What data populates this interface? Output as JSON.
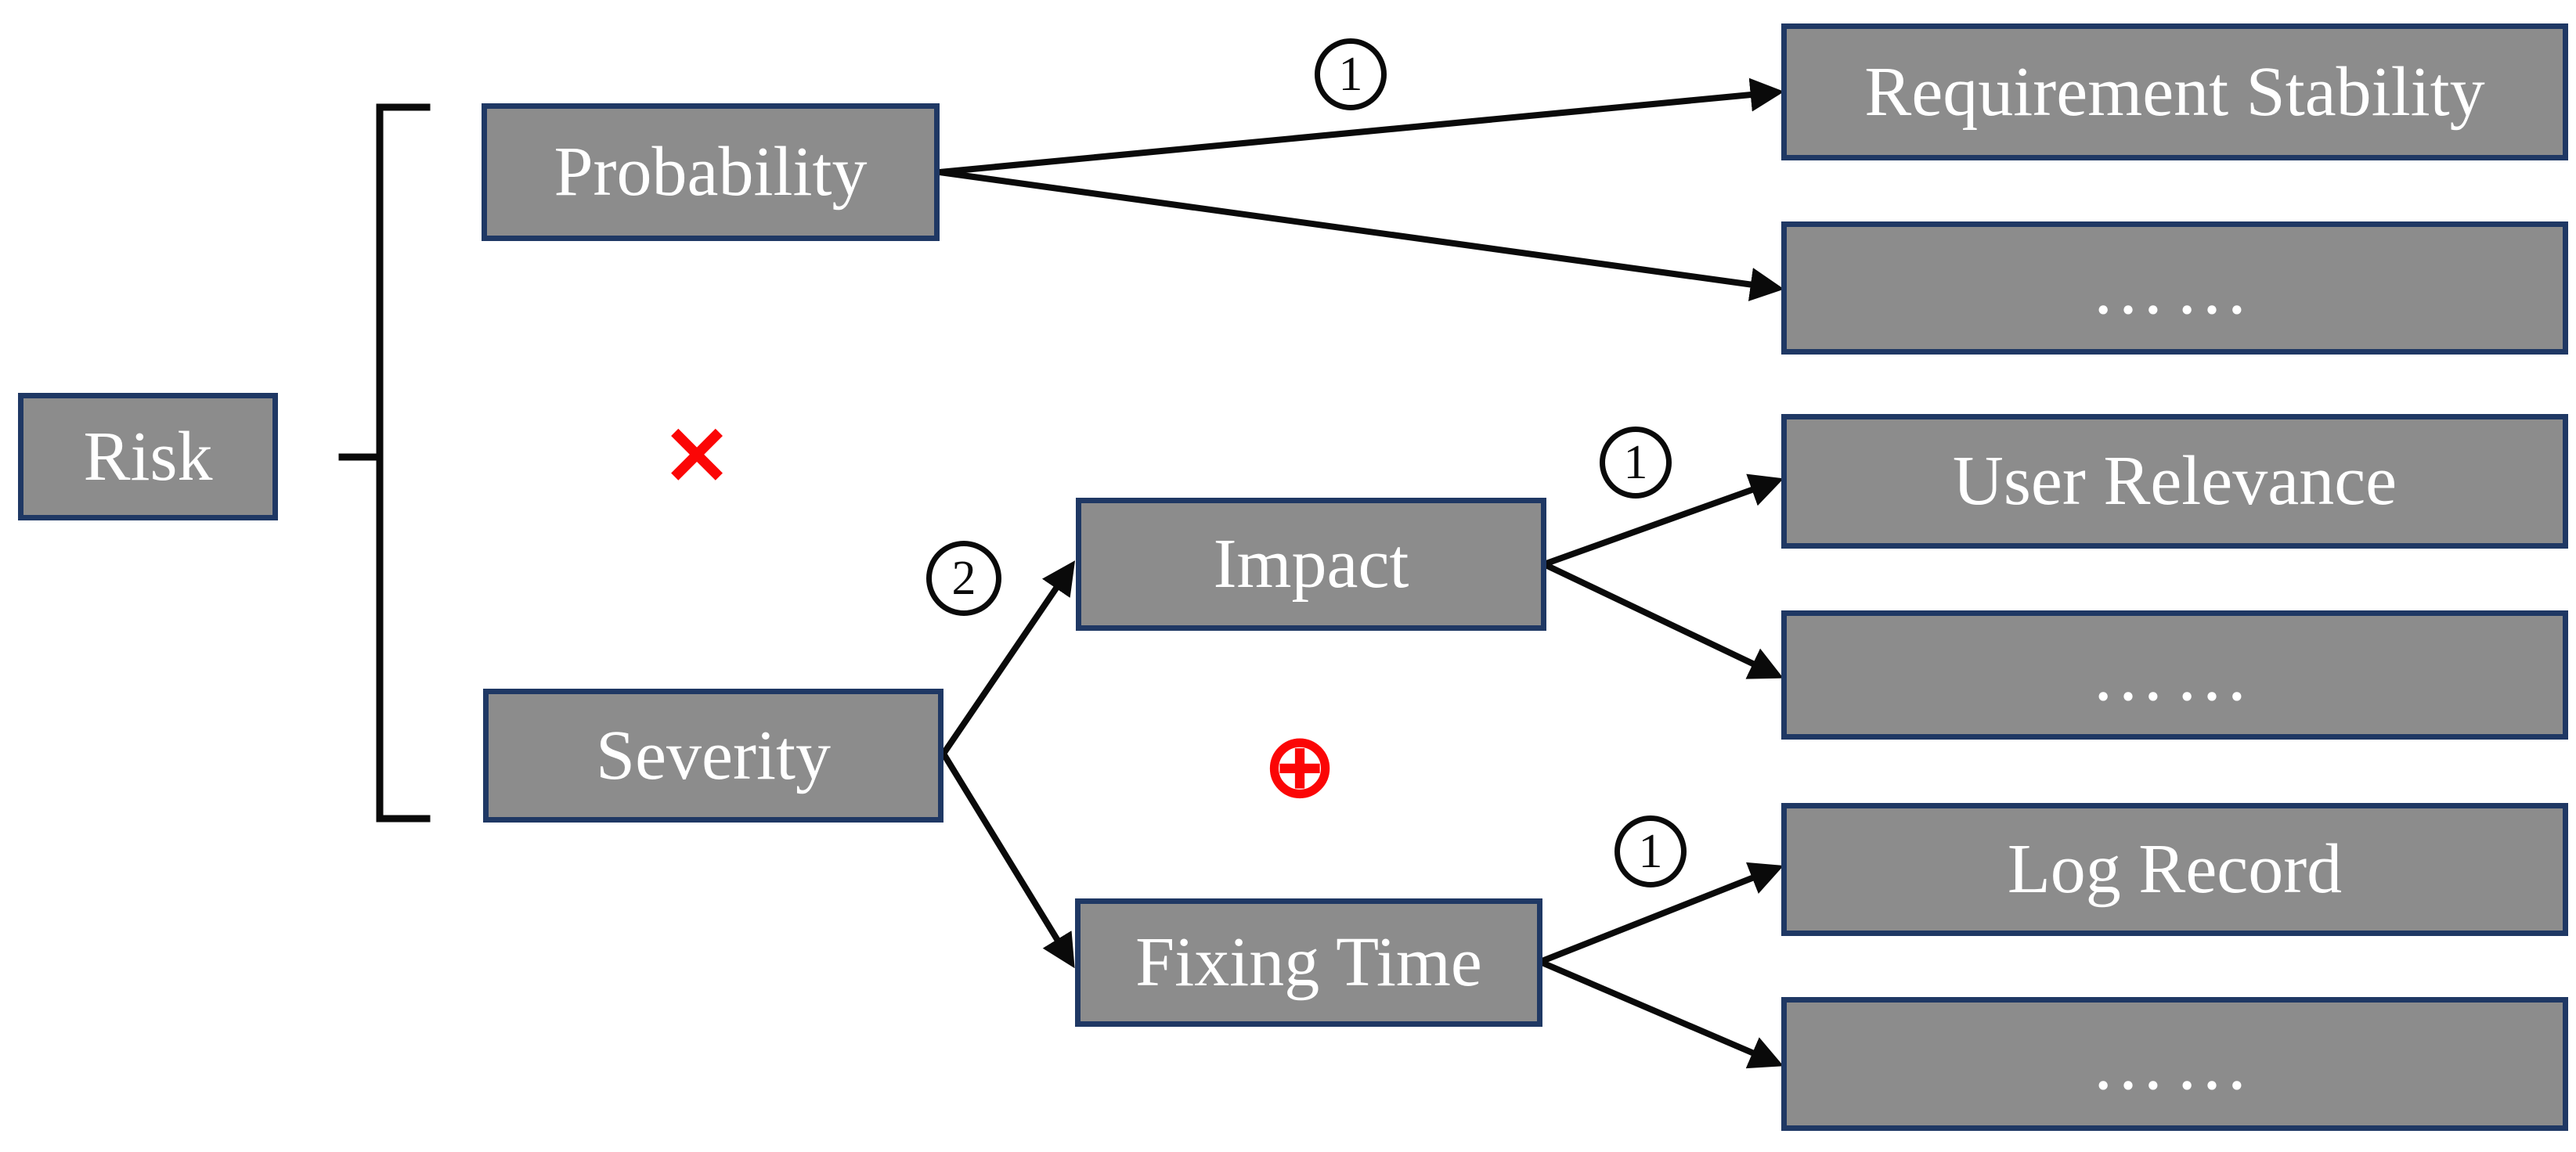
{
  "nodes": {
    "risk": "Risk",
    "probability": "Probability",
    "severity": "Severity",
    "impact": "Impact",
    "fixing_time": "Fixing Time",
    "requirement_stability": "Requirement Stability",
    "probability_more": "……",
    "user_relevance": "User Relevance",
    "impact_more": "……",
    "log_record": "Log Record",
    "fixing_time_more": "……"
  },
  "weights": {
    "probability_to_leaves": "1",
    "severity_to_children": "2",
    "impact_to_leaves": "1",
    "fixing_time_to_leaves": "1"
  },
  "operators": {
    "probability_times_severity": "×",
    "impact_plus_fixing_time": "⊕"
  },
  "colors": {
    "node_fill": "#8c8c8c",
    "node_border": "#1f3864",
    "node_text": "#ffffff",
    "connector_black": "#0a0a0a",
    "operator_red": "#fb0606",
    "background": "#ffffff"
  }
}
